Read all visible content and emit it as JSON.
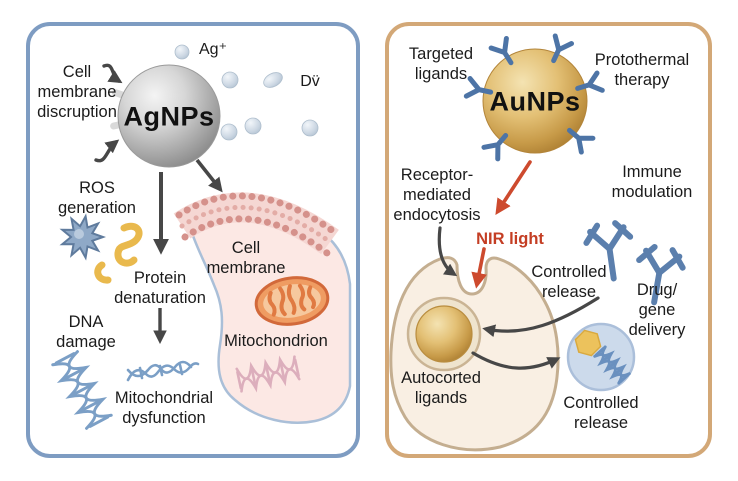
{
  "left_panel": {
    "border_color": "#7e9cc2",
    "nanoparticle": {
      "label": "AgNPs",
      "color": "#bdbdbd"
    },
    "ion_label": "Ag⁺",
    "species_label": "Dv̈",
    "labels": {
      "membrane_disruption": "Cell\nmembrane\ndiscruption",
      "ros_generation": "ROS\ngeneration",
      "protein_denaturation": "Protein\ndenaturation",
      "dna_damage": "DNA\ndamage",
      "mitochondrial_dysfunction": "Mitochondrial\ndysfunction",
      "cell_membrane": "Cell\nmembrane",
      "mitochondrion": "Mitochondrion"
    }
  },
  "right_panel": {
    "border_color": "#d3a877",
    "nanoparticle": {
      "label": "AuNPs",
      "color": "#d9ae5f"
    },
    "labels": {
      "targeted_ligands": "Targeted\nligands",
      "protothermal_therapy": "Protothermal\ntherapy",
      "receptor_mediated_endocytosis": "Receptor-\nmediated\nendocytosis",
      "immune_modulation": "Immune\nmodulation",
      "nir_light": "NIR light",
      "controlled_release_top": "Controlled\nrelease",
      "drug_gene_delivery": "Drug/ gene\ndelivery",
      "autocorted_ligands": "Autocorted\nligands",
      "controlled_release_bottom": "Controlled\nrelease"
    }
  },
  "colors": {
    "left_border": "#7e9cc2",
    "right_border": "#d3a877",
    "silver_nanoparticle": "#bdbdbd",
    "gold_nanoparticle": "#d9ae5f",
    "nir_red": "#c43e24",
    "ligand_blue": "#4d74a6",
    "cell_pink": "#fce8e4",
    "cell_cream": "#f9efe3",
    "mitochondrion_orange": "#ef9c62",
    "dna_blue": "#7b9fc6"
  }
}
